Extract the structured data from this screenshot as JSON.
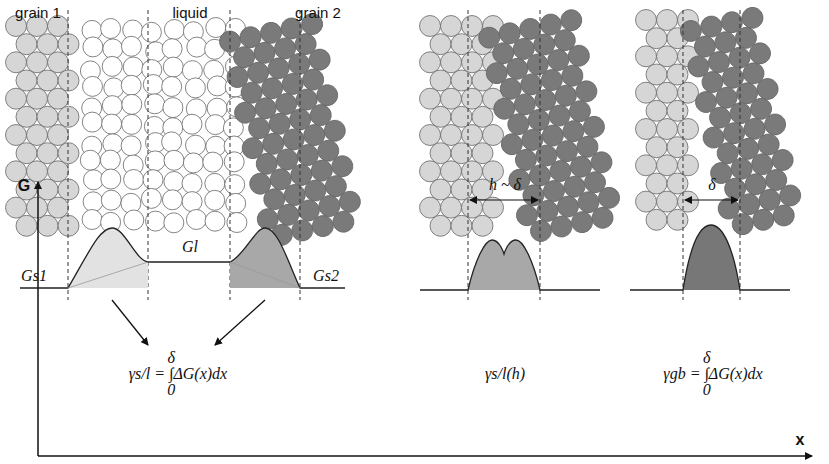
{
  "diagram": {
    "labels": [
      "grain 1",
      "liquid",
      "grain 2",
      "G",
      "Gs1",
      "Gl",
      "Gs2",
      "γs/l = ∫ΔG(x)dx",
      "δ",
      "0",
      "h ~ δ",
      "γs/l(h)",
      "δ",
      "γgb = ∫ΔG(x)dx",
      "δ",
      "0",
      "x"
    ]
  }
}
